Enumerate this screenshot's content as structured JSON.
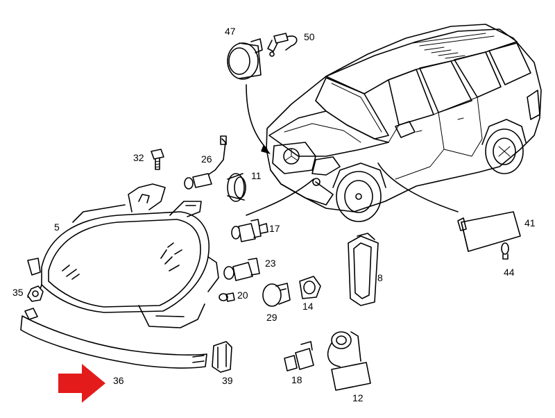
{
  "labels": {
    "p5": "5",
    "p8": "8",
    "p11": "11",
    "p12": "12",
    "p14": "14",
    "p17": "17",
    "p18": "18",
    "p20": "20",
    "p23": "23",
    "p26": "26",
    "p29": "29",
    "p32": "32",
    "p35": "35",
    "p36": "36",
    "p39": "39",
    "p41": "41",
    "p44": "44",
    "p47": "47",
    "p50": "50"
  },
  "colors": {
    "highlight_arrow": "#e31b1b",
    "line": "#000000",
    "background": "#ffffff"
  }
}
